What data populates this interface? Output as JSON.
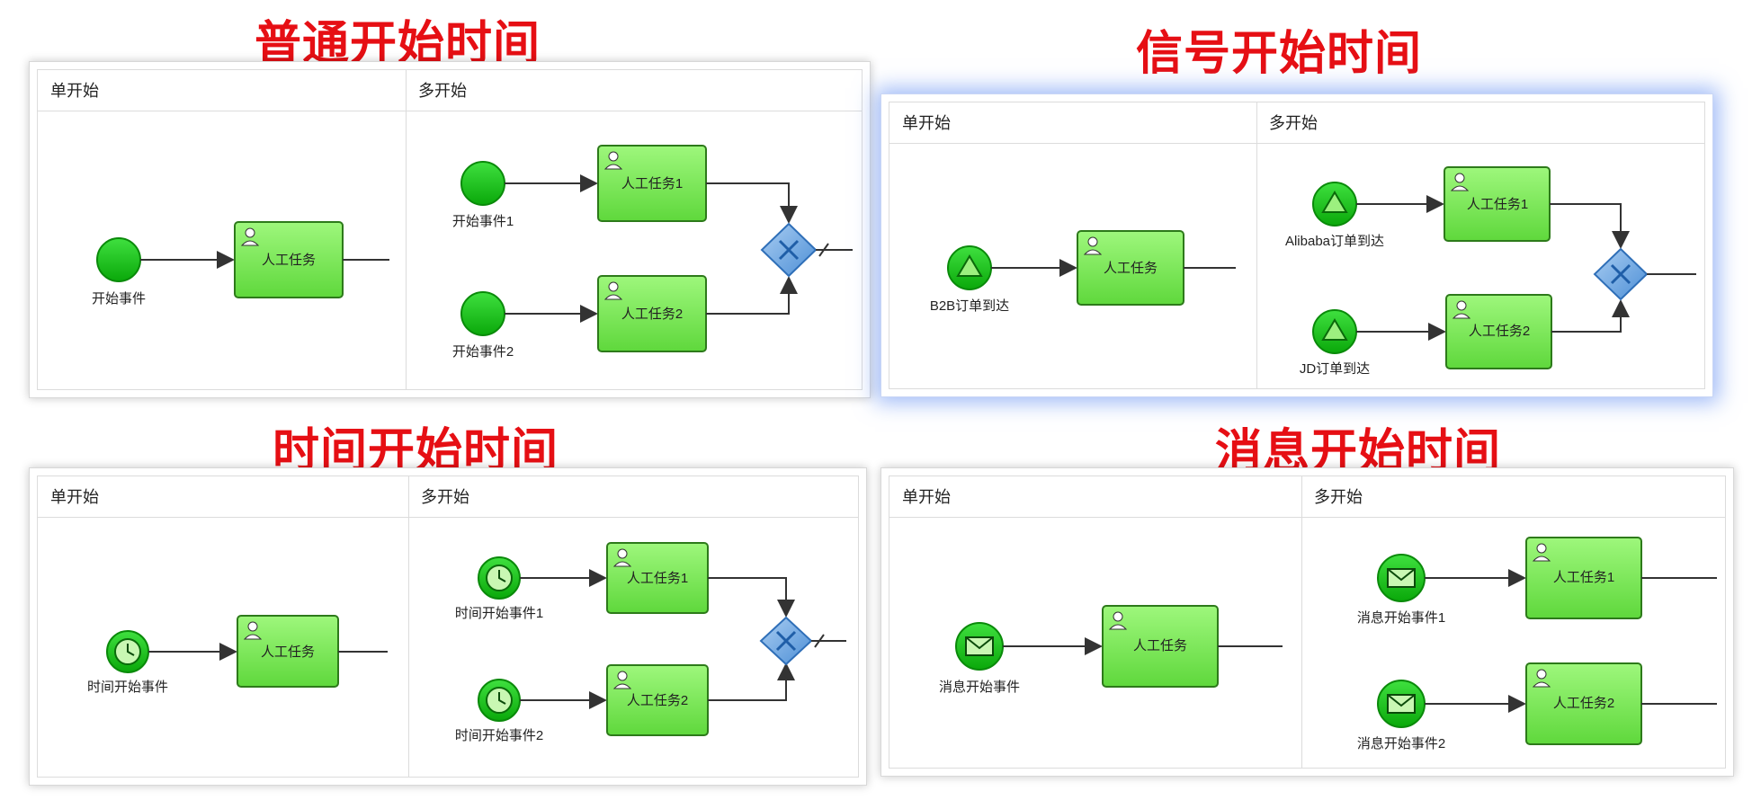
{
  "titles": {
    "none_start": "普通开始时间",
    "signal_start": "信号开始时间",
    "timer_start": "时间开始时间",
    "message_start": "消息开始时间"
  },
  "column_headers": {
    "single": "单开始",
    "multi": "多开始"
  },
  "panels": {
    "none": {
      "single_event": "开始事件",
      "single_task": "人工任务",
      "multi_event_1": "开始事件1",
      "multi_event_2": "开始事件2",
      "multi_task_1": "人工任务1",
      "multi_task_2": "人工任务2"
    },
    "signal": {
      "single_event": "B2B订单到达",
      "single_task": "人工任务",
      "multi_event_1": "Alibaba订单到达",
      "multi_event_2": "JD订单到达",
      "multi_task_1": "人工任务1",
      "multi_task_2": "人工任务2"
    },
    "timer": {
      "single_event": "时间开始事件",
      "single_task": "人工任务",
      "multi_event_1": "时间开始事件1",
      "multi_event_2": "时间开始事件2",
      "multi_task_1": "人工任务1",
      "multi_task_2": "人工任务2"
    },
    "message": {
      "single_event": "消息开始事件",
      "single_task": "人工任务",
      "multi_event_1": "消息开始事件1",
      "multi_event_2": "消息开始事件2",
      "multi_task_1": "人工任务1",
      "multi_task_2": "人工任务2"
    }
  },
  "colors": {
    "title_red": "#e60f14",
    "event_green": "#1fbf1f",
    "task_green": "#7fe85c",
    "gateway_blue": "#6fa8e0",
    "line": "#333333"
  }
}
